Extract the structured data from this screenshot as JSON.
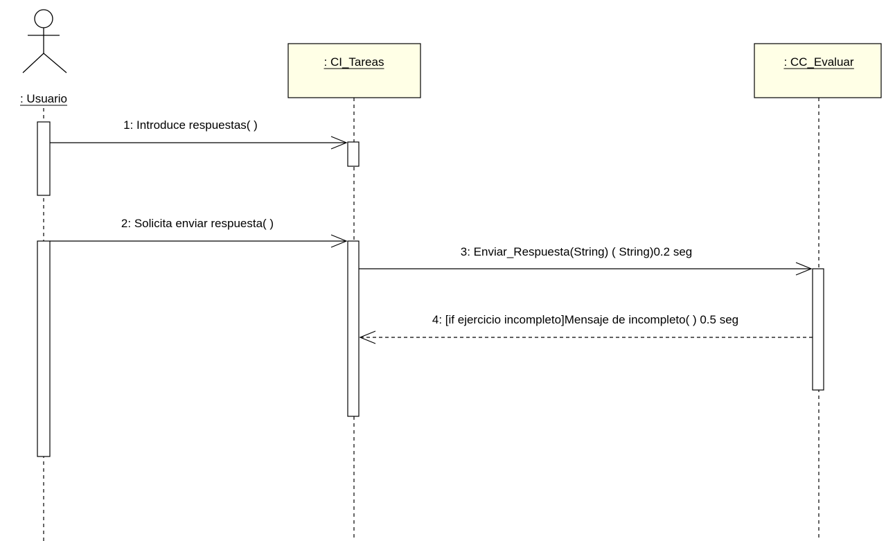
{
  "diagram": {
    "type": "uml-sequence",
    "participants": [
      {
        "id": "usuario",
        "label": ": Usuario",
        "kind": "actor"
      },
      {
        "id": "ci_tareas",
        "label": ": CI_Tareas",
        "kind": "object"
      },
      {
        "id": "cc_evaluar",
        "label": ": CC_Evaluar",
        "kind": "object"
      }
    ],
    "messages": [
      {
        "id": "m1",
        "label": "1: Introduce respuestas( )",
        "from": "usuario",
        "to": "ci_tareas",
        "style": "call"
      },
      {
        "id": "m2",
        "label": "2: Solicita enviar respuesta( )",
        "from": "usuario",
        "to": "ci_tareas",
        "style": "call"
      },
      {
        "id": "m3",
        "label": "3: Enviar_Respuesta(String) ( String)0.2 seg",
        "from": "ci_tareas",
        "to": "cc_evaluar",
        "style": "call"
      },
      {
        "id": "m4",
        "label": "4: [if  ejercicio incompleto]Mensaje de incompleto( ) 0.5 seg",
        "from": "cc_evaluar",
        "to": "ci_tareas",
        "style": "return"
      }
    ],
    "colors": {
      "object_fill": "#ffffe6",
      "line": "#000000",
      "background": "#ffffff"
    }
  }
}
